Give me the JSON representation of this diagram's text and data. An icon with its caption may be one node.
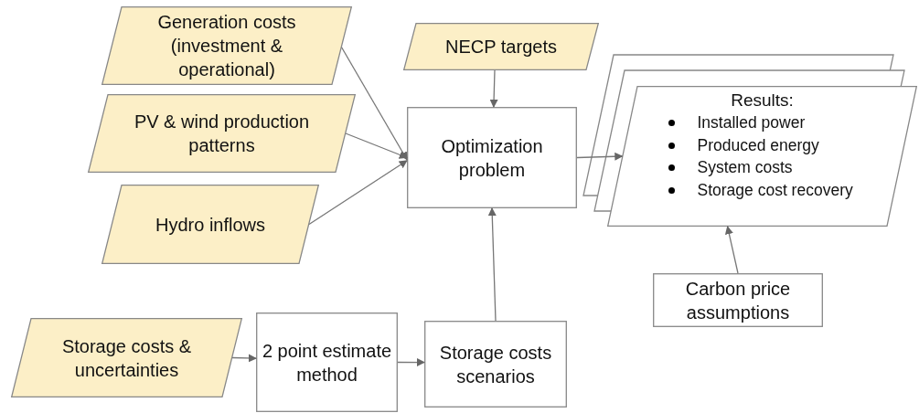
{
  "diagram": {
    "nodes": [
      {
        "text": [
          "Generation costs (investment & operational)"
        ]
      },
      {
        "text": [
          "NECP targets"
        ]
      },
      {
        "text": [
          "PV & wind production patterns"
        ]
      },
      {
        "text": [
          "Hydro inflows"
        ]
      },
      {
        "text": [
          "Optimization problem"
        ]
      },
      {
        "text": [
          "Results:",
          "Installed power",
          "Produced energy",
          "System costs",
          "Storage cost recovery"
        ]
      },
      {
        "text": [
          "Carbon price assumptions"
        ]
      },
      {
        "text": [
          "Storage costs & uncertainties"
        ]
      },
      {
        "text": [
          "2 point estimate method"
        ]
      },
      {
        "text": [
          "Storage costs scenarios"
        ]
      }
    ],
    "edges": [
      {
        "from": 0,
        "to": 4,
        "arrow": "to"
      },
      {
        "from": 1,
        "to": 4,
        "arrow": "to"
      },
      {
        "from": 2,
        "to": 4,
        "arrow": "to"
      },
      {
        "from": 3,
        "to": 4,
        "arrow": "to"
      },
      {
        "from": 4,
        "to": 5,
        "arrow": "to"
      },
      {
        "from": 6,
        "to": 5,
        "arrow": "to"
      },
      {
        "from": 7,
        "to": 8,
        "arrow": "to"
      },
      {
        "from": 8,
        "to": 9,
        "arrow": "to"
      },
      {
        "from": 9,
        "to": 4,
        "arrow": "to"
      }
    ]
  }
}
